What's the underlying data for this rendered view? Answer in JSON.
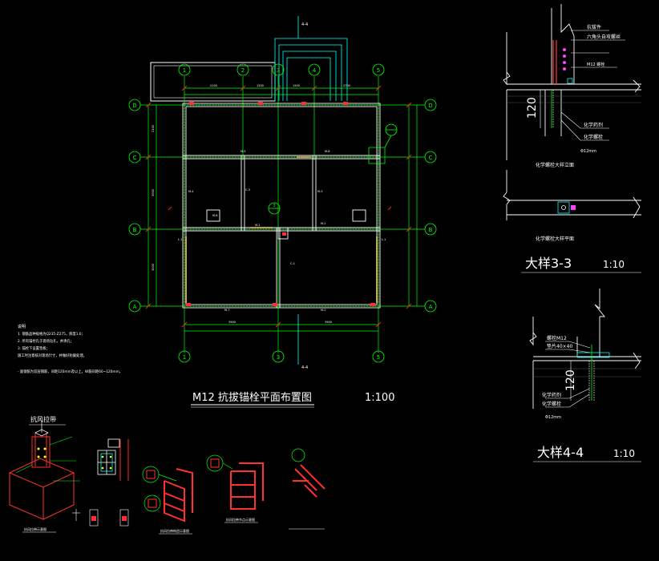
{
  "plan": {
    "title": "M12 抗拔锚栓平面布置图",
    "scale": "1:100",
    "grid_top": [
      "1",
      "2",
      "3",
      "4",
      "5"
    ],
    "grid_bottom": [
      "1",
      "3",
      "5"
    ],
    "grid_left": [
      "D",
      "C",
      "B",
      "A"
    ],
    "section_mark_top": "4-4",
    "section_mark_bottom": "4-4",
    "callout_mark": "3",
    "notes": {
      "heading": "说明",
      "lines": [
        "1. 钢筋品种规格为Q235-Z275，厚度1.0；",
        "2. 所有锚栓孔于现场钻孔，并清孔；",
        "3. 锚栓下设置垫板；",
        "施工时注意核对现场尺寸，并做好防腐处理。",
        "- 面钢筋为双层钢筋，间距120mm及以上，纵筋间距60~120mm。"
      ]
    }
  },
  "detail33": {
    "title": "大样3-3",
    "scale": "1:10",
    "dim": "120",
    "labels": [
      "抗拔件",
      "六角头自攻螺丝",
      "M12   螺栓",
      "化学药剂",
      "化学螺栓",
      "Φ12mm"
    ],
    "sub_caption_1": "化学螺栓大样立面",
    "sub_caption_2": "化学螺栓大样平面"
  },
  "detail44": {
    "title": "大样4-4",
    "scale": "1:10",
    "dim": "120",
    "labels": [
      "螺栓M12",
      "垫片40×40",
      "化学药剂",
      "化学螺栓",
      "Φ12mm"
    ]
  },
  "iso": {
    "title": "抗风拉带",
    "captions": [
      "抗风拉带示意图",
      "抗风拉带构造示意图",
      "抗风拉带节点示意图"
    ]
  }
}
